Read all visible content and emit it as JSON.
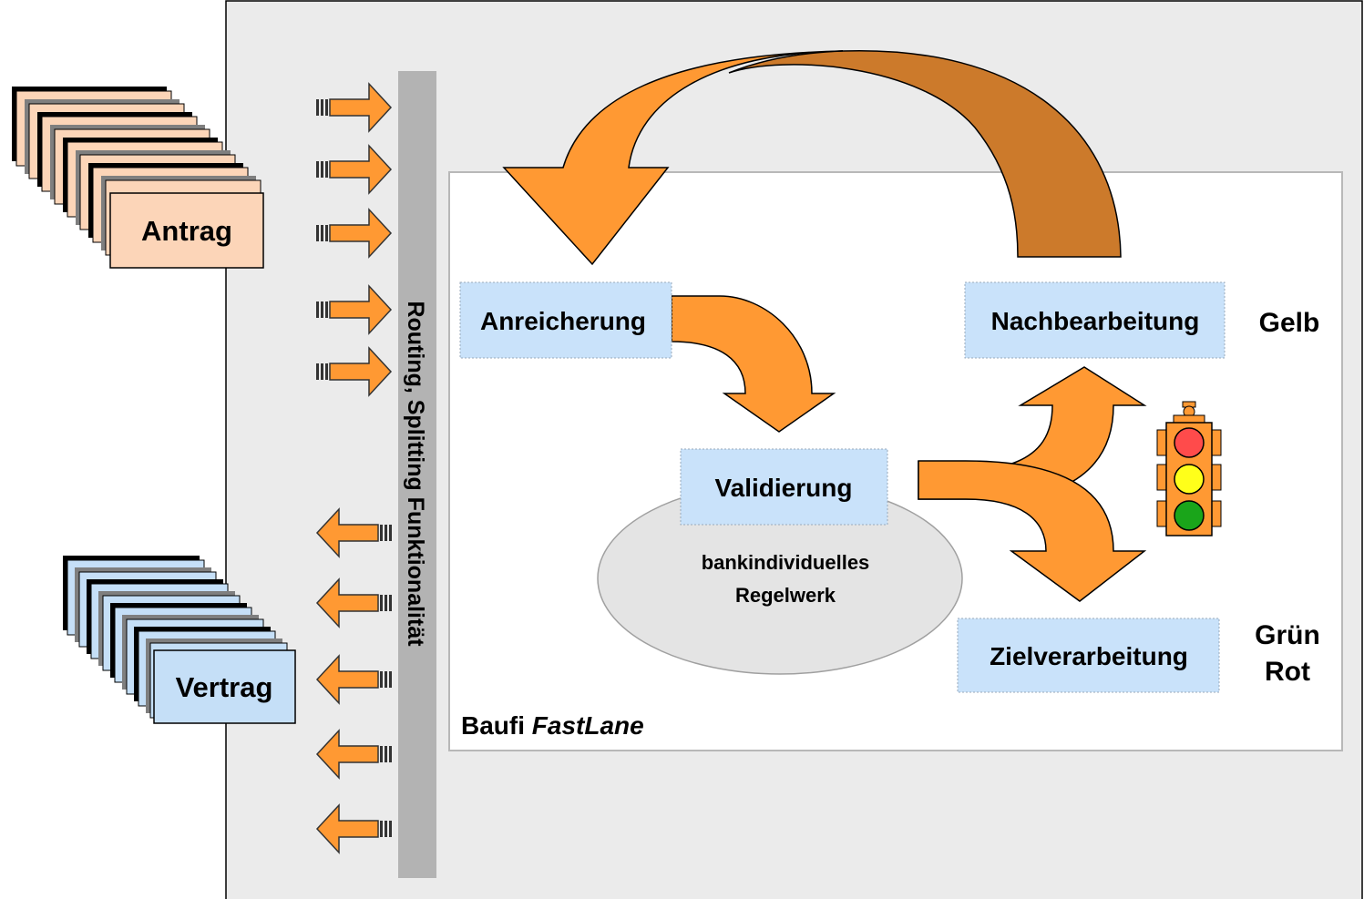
{
  "stack_in": {
    "label": "Antrag",
    "colors": {
      "paper": "#fcd5b8",
      "shadow_dark": "#000000",
      "shadow_mid": "#7f7f7f"
    }
  },
  "stack_out": {
    "label": "Vertrag",
    "colors": {
      "paper": "#c5dff7",
      "shadow_dark": "#000000",
      "shadow_mid": "#7f7f7f"
    }
  },
  "routing_bar": {
    "label": "Routing, Splitting Funktionalität",
    "color": "#b3b3b3"
  },
  "fastlane": {
    "title_plain": "Baufi ",
    "title_italic": "FastLane",
    "steps": {
      "anreicherung": "Anreicherung",
      "validierung": "Validierung",
      "nachbearbeitung": "Nachbearbeitung",
      "zielverarbeitung": "Zielverarbeitung"
    },
    "ruleset": {
      "line1": "bankindividuelles",
      "line2": "Regelwerk"
    },
    "status": {
      "gelb": "Gelb",
      "gruen": "Grün",
      "rot": "Rot"
    }
  },
  "traffic_light": {
    "icon": "traffic-light-icon",
    "colors": {
      "red": "#ff4b4b",
      "yellow": "#ffff1a",
      "green": "#1aa51a"
    }
  },
  "colors": {
    "background_panel": "#ebebeb",
    "inner_panel": "#ffffff",
    "step_box": "#c9e2fa",
    "arrow_orange": "#ff9933",
    "arrow_orange_dark": "#cc7a2b",
    "ellipse": "#e4e4e4"
  },
  "arrows": {
    "incoming_count": 5,
    "outgoing_count": 5
  }
}
